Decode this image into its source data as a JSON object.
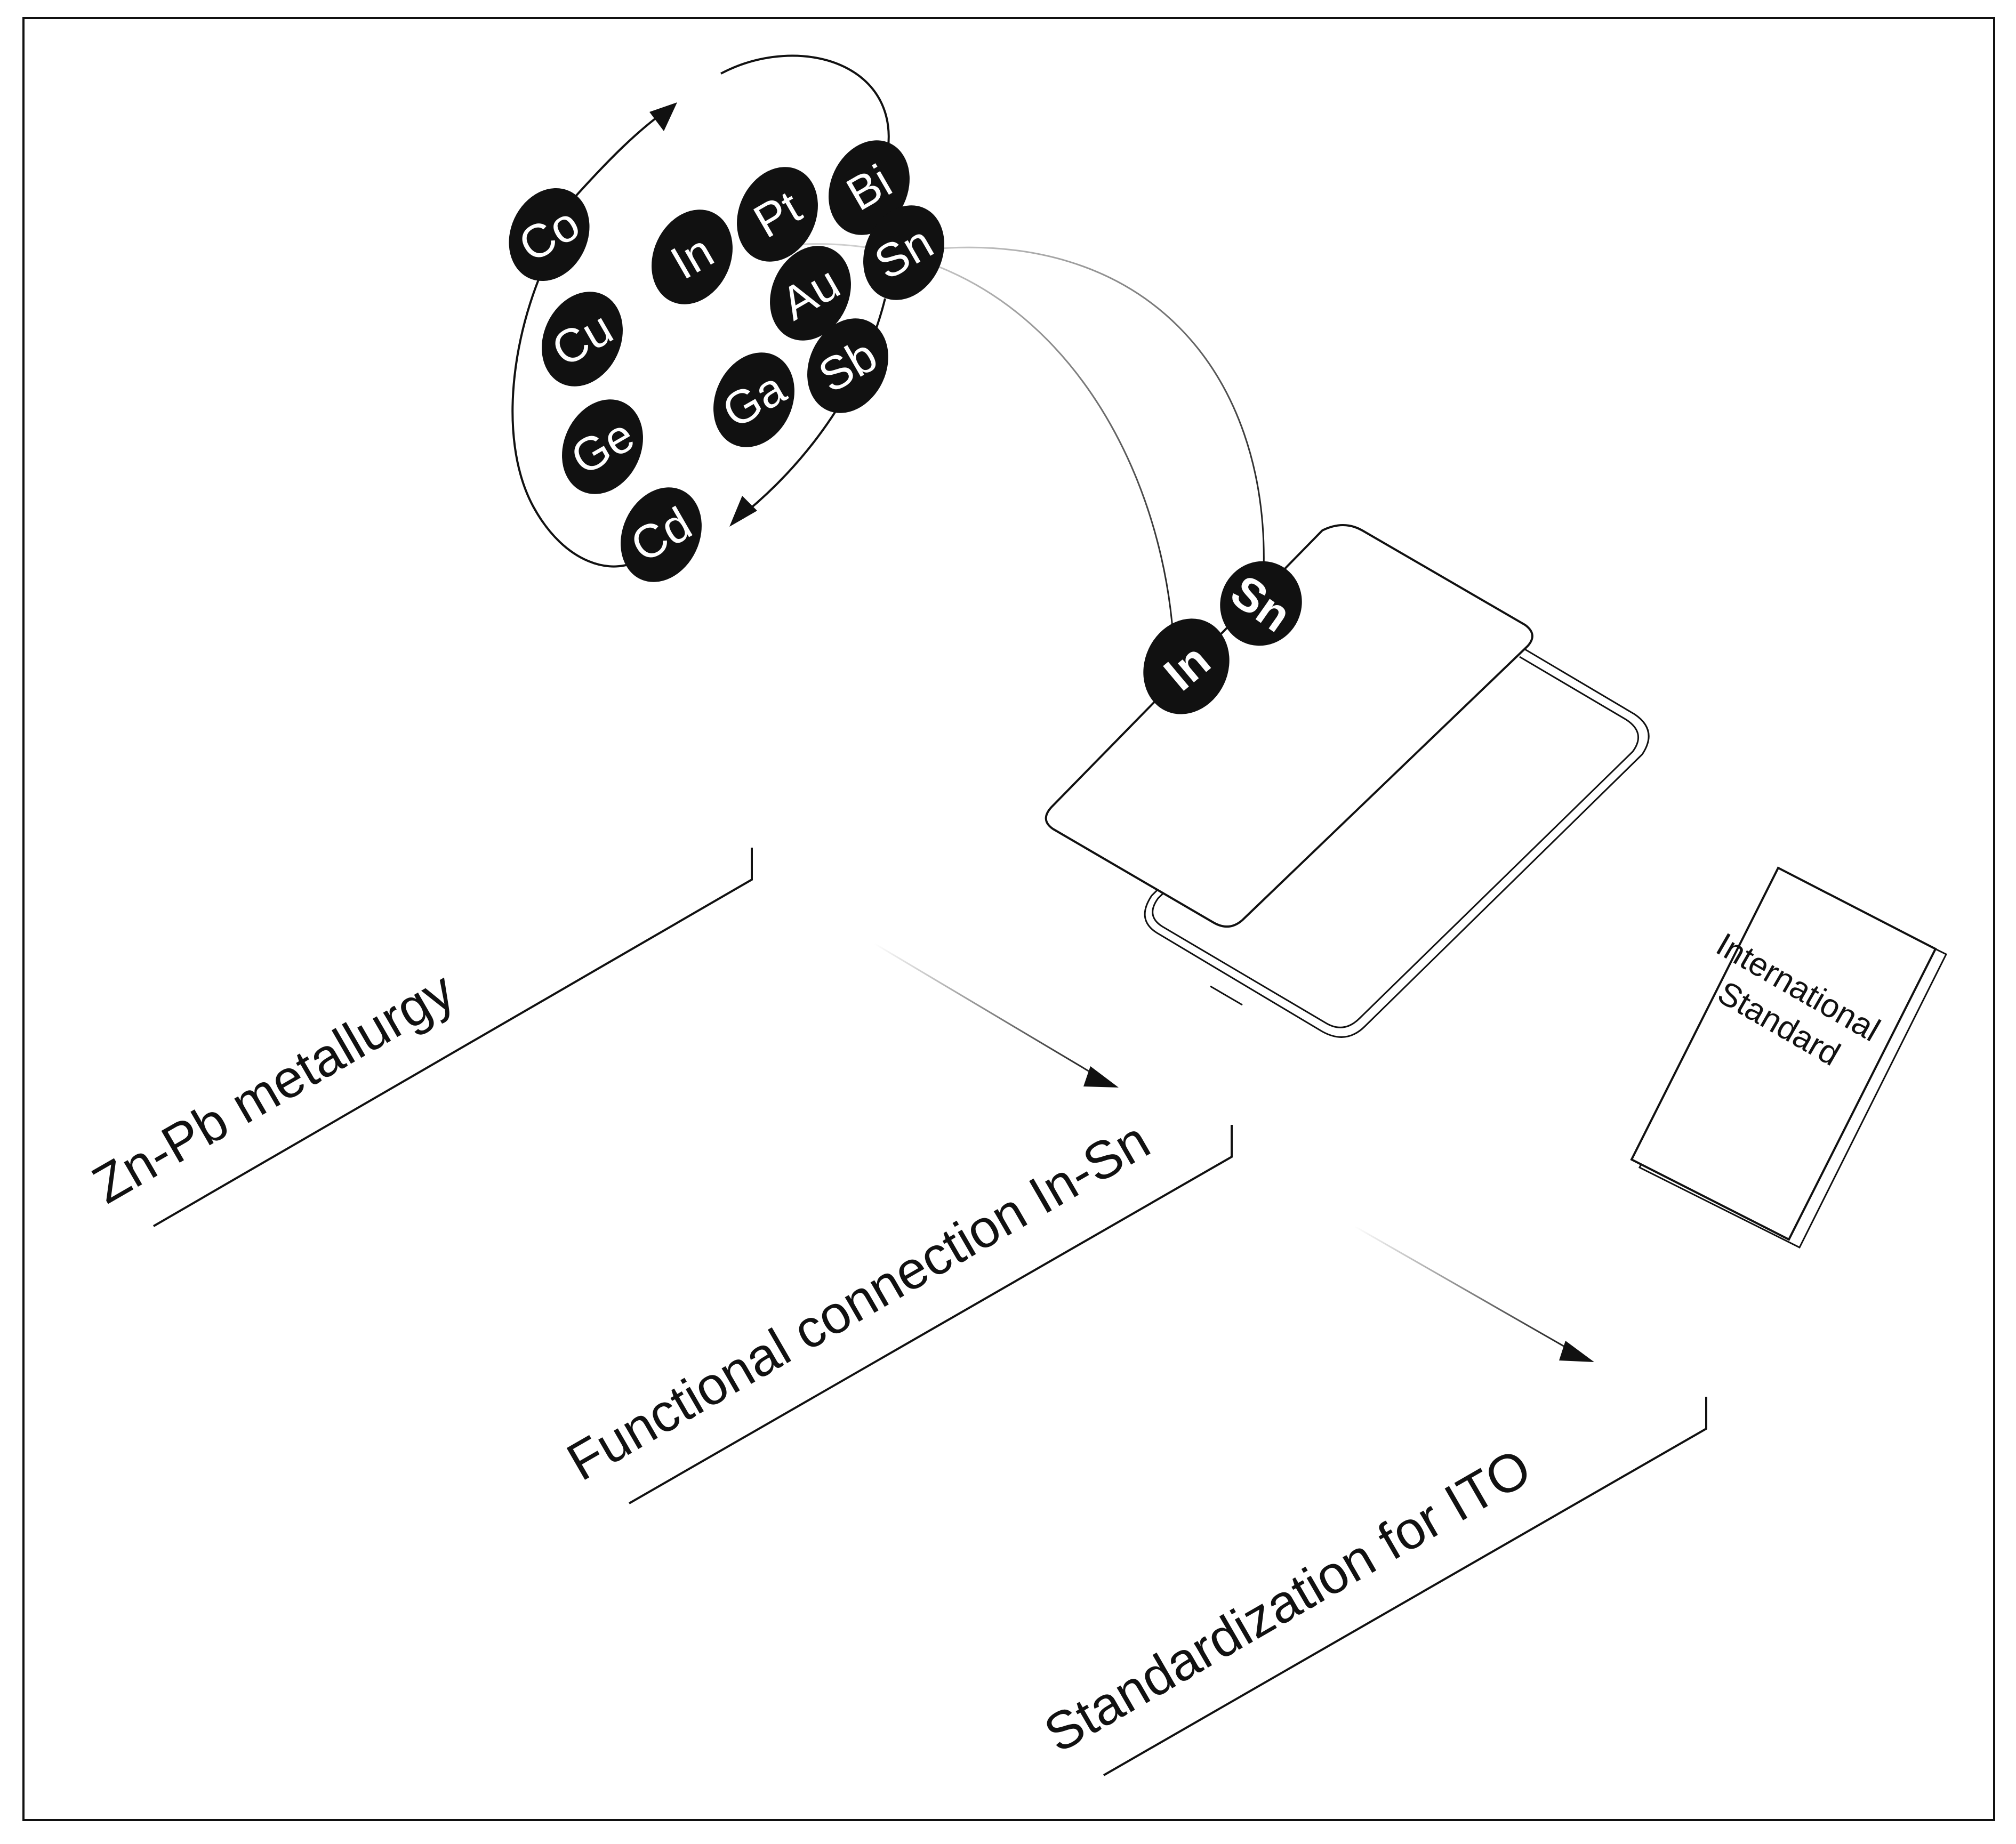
{
  "elements": {
    "cycle": [
      "Co",
      "In",
      "Pt",
      "Bi",
      "Sn",
      "Au",
      "Cu",
      "Ga",
      "Sb",
      "Ge",
      "Cd"
    ],
    "device": [
      "In",
      "Sn"
    ]
  },
  "stages": {
    "stage1": "Zn-Pb metallurgy",
    "stage2": "Functional connection In-Sn",
    "stage3": "Standardization for ITO"
  },
  "document": {
    "line1": "International",
    "line2": "Standard"
  },
  "colors": {
    "ink": "#111111",
    "paper": "#ffffff",
    "arrow_fade": "#bbbbbb"
  }
}
